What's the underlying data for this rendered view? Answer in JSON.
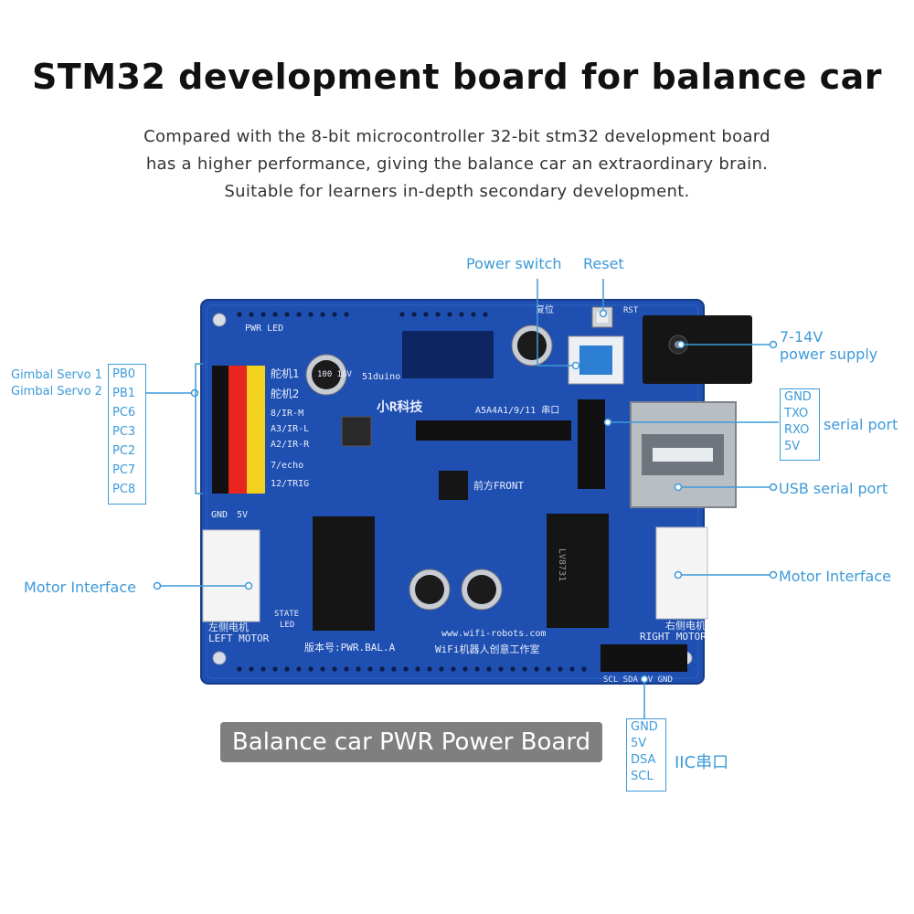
{
  "title": "STM32 development board for balance car",
  "description": [
    "Compared with the 8-bit microcontroller 32-bit stm32 development board",
    "has a higher performance, giving the balance car an extraordinary brain.",
    "Suitable for learners in-depth secondary development."
  ],
  "labels": {
    "power_switch": "Power switch",
    "reset": "Reset",
    "power_supply_1": "7-14V",
    "power_supply_2": "power supply",
    "serial_port": "serial port",
    "usb_serial_port": "USB serial port",
    "motor_interface_left": "Motor Interface",
    "motor_interface_right": "Motor Interface",
    "gimbal_servo_1": "Gimbal Servo 1",
    "gimbal_servo_2": "Gimbal Servo 2",
    "iic": "IIC串口"
  },
  "left_pins": [
    "PB0",
    "PB1",
    "PC6",
    "PC3",
    "PC2",
    "PC7",
    "PC8"
  ],
  "serial_pins": [
    "GND",
    "TXO",
    "RXO",
    "5V"
  ],
  "iic_pins": [
    "GND",
    "5V",
    "DSA",
    "SCL"
  ],
  "caption": "Balance car PWR Power Board",
  "board_silk": {
    "pwr_led": "PWR LED",
    "servo1": "舵机1",
    "servo2": "舵机2",
    "ir_m": "8/IR-M",
    "ir_l": "A3/IR-L",
    "ir_r": "A2/IR-R",
    "echo": "7/echo",
    "trig": "12/TRIG",
    "gnd": "GND",
    "v5": "5V",
    "brand": "小R科技",
    "logo": "51duino",
    "header_label": "A5A4A1/9/11 串口",
    "front": "前方FRONT",
    "left_motor_cn": "左侧电机",
    "left_motor": "LEFT MOTOR",
    "right_motor_cn": "右侧电机",
    "right_motor": "RIGHT MOTOR",
    "state_led": "STATE",
    "state_led2": "LED",
    "version": "版本号:PWR.BAL.A",
    "url": "www.wifi-robots.com",
    "studio": "WiFi机器人创意工作室",
    "iic_row": "SCL SDA 5V GND",
    "rst": "RST",
    "reset_cn": "复位",
    "chip": "LV8731",
    "cap": "100 16V"
  },
  "colors": {
    "accent": "#3d9ad8",
    "board": "#1f4fb0",
    "caption_bg": "#7f7f7f"
  }
}
